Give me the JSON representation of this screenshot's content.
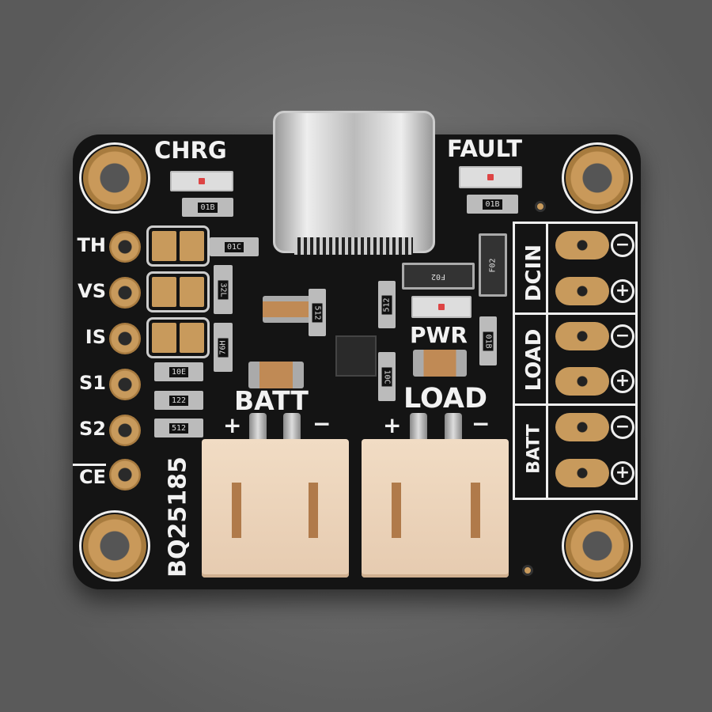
{
  "board": {
    "name": "BQ25185",
    "led_labels": {
      "charge": "CHRG",
      "fault": "FAULT",
      "power": "PWR"
    },
    "left_pins": [
      "TH",
      "VS",
      "IS",
      "S1",
      "S2",
      "CE"
    ],
    "connector_labels": {
      "batt": "BATT",
      "load": "LOAD"
    },
    "polarity": {
      "plus": "+",
      "minus": "−"
    },
    "right_groups": [
      {
        "label": "DCIN",
        "pins": [
          "−",
          "+"
        ]
      },
      {
        "label": "LOAD",
        "pins": [
          "−",
          "+"
        ]
      },
      {
        "label": "BATT",
        "pins": [
          "−",
          "+"
        ]
      }
    ],
    "markings": {
      "r1": "01B",
      "r2": "01C",
      "r3": "32L",
      "r4": "76H",
      "r5": "10E",
      "r6": "122",
      "r7": "512",
      "r8": "512",
      "r9": "512",
      "r10": "10C",
      "r11": "01B",
      "r12": "01B",
      "d1": "F02",
      "d2": "F02"
    }
  }
}
